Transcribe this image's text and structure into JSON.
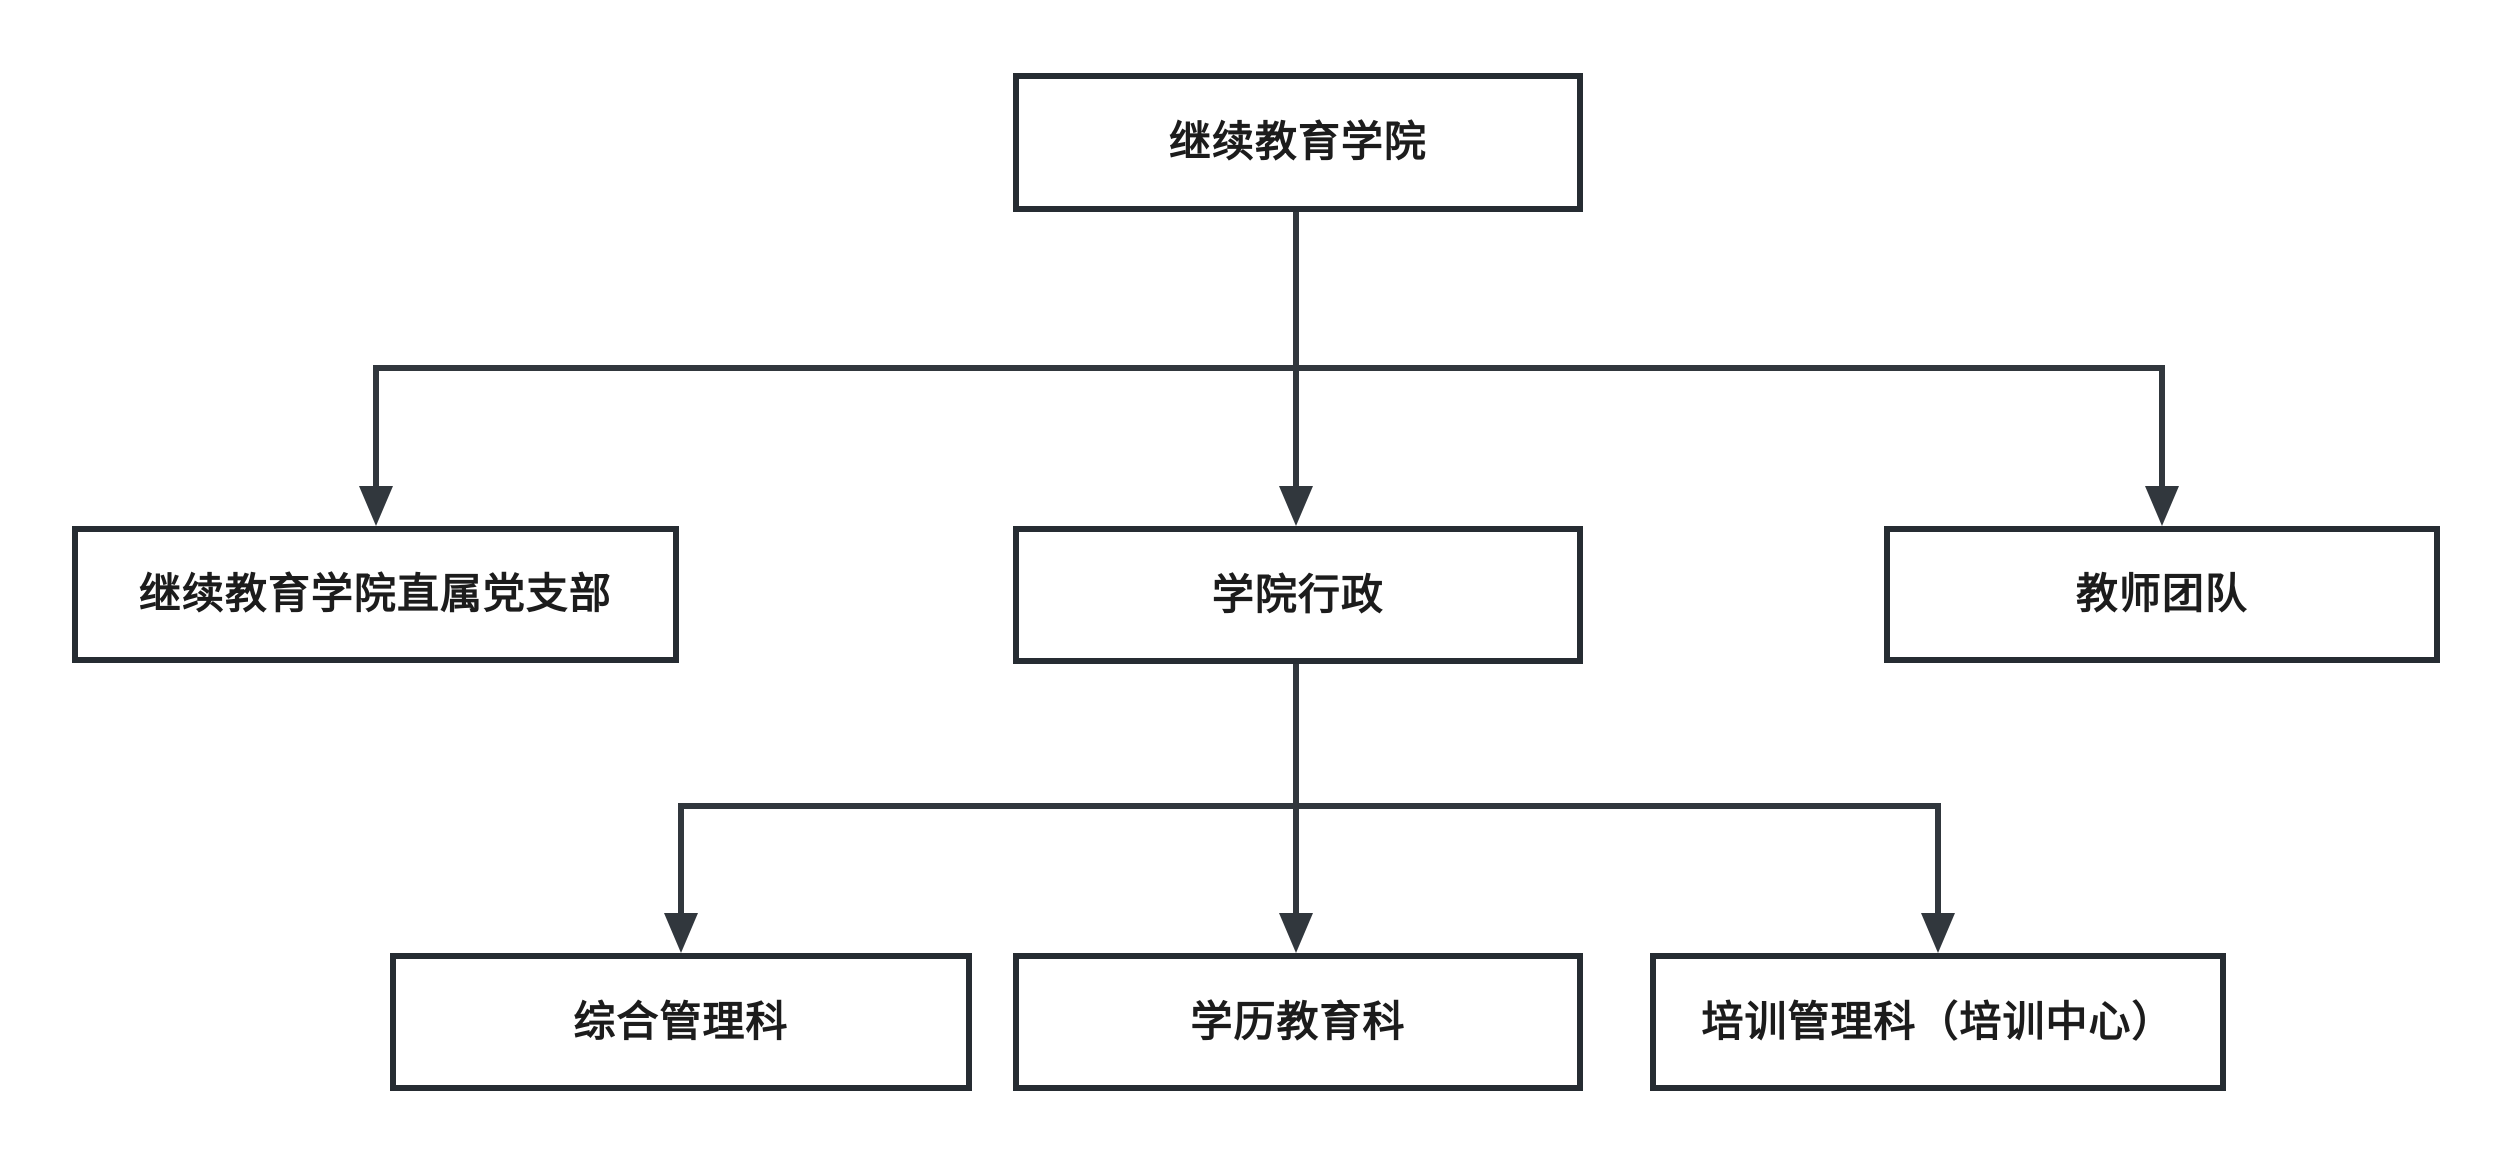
{
  "org_chart": {
    "root": {
      "label": "继续教育学院"
    },
    "level2": [
      {
        "id": "party-branch",
        "label": "继续教育学院直属党支部"
      },
      {
        "id": "administration",
        "label": "学院行政"
      },
      {
        "id": "teacher-team",
        "label": "教师团队"
      }
    ],
    "level3": [
      {
        "id": "general-management",
        "label": "综合管理科"
      },
      {
        "id": "academic-education",
        "label": "学历教育科"
      },
      {
        "id": "training-management",
        "label": "培训管理科（培训中心）"
      }
    ],
    "edges": [
      {
        "from": "root",
        "to": "party-branch"
      },
      {
        "from": "root",
        "to": "administration"
      },
      {
        "from": "root",
        "to": "teacher-team"
      },
      {
        "from": "administration",
        "to": "general-management"
      },
      {
        "from": "administration",
        "to": "academic-education"
      },
      {
        "from": "administration",
        "to": "training-management"
      }
    ],
    "colors": {
      "background": "#ffffff",
      "box_fill": "#ffffff",
      "box_border": "#262c32",
      "line": "#31373d",
      "text": "#1c1c1c"
    }
  }
}
